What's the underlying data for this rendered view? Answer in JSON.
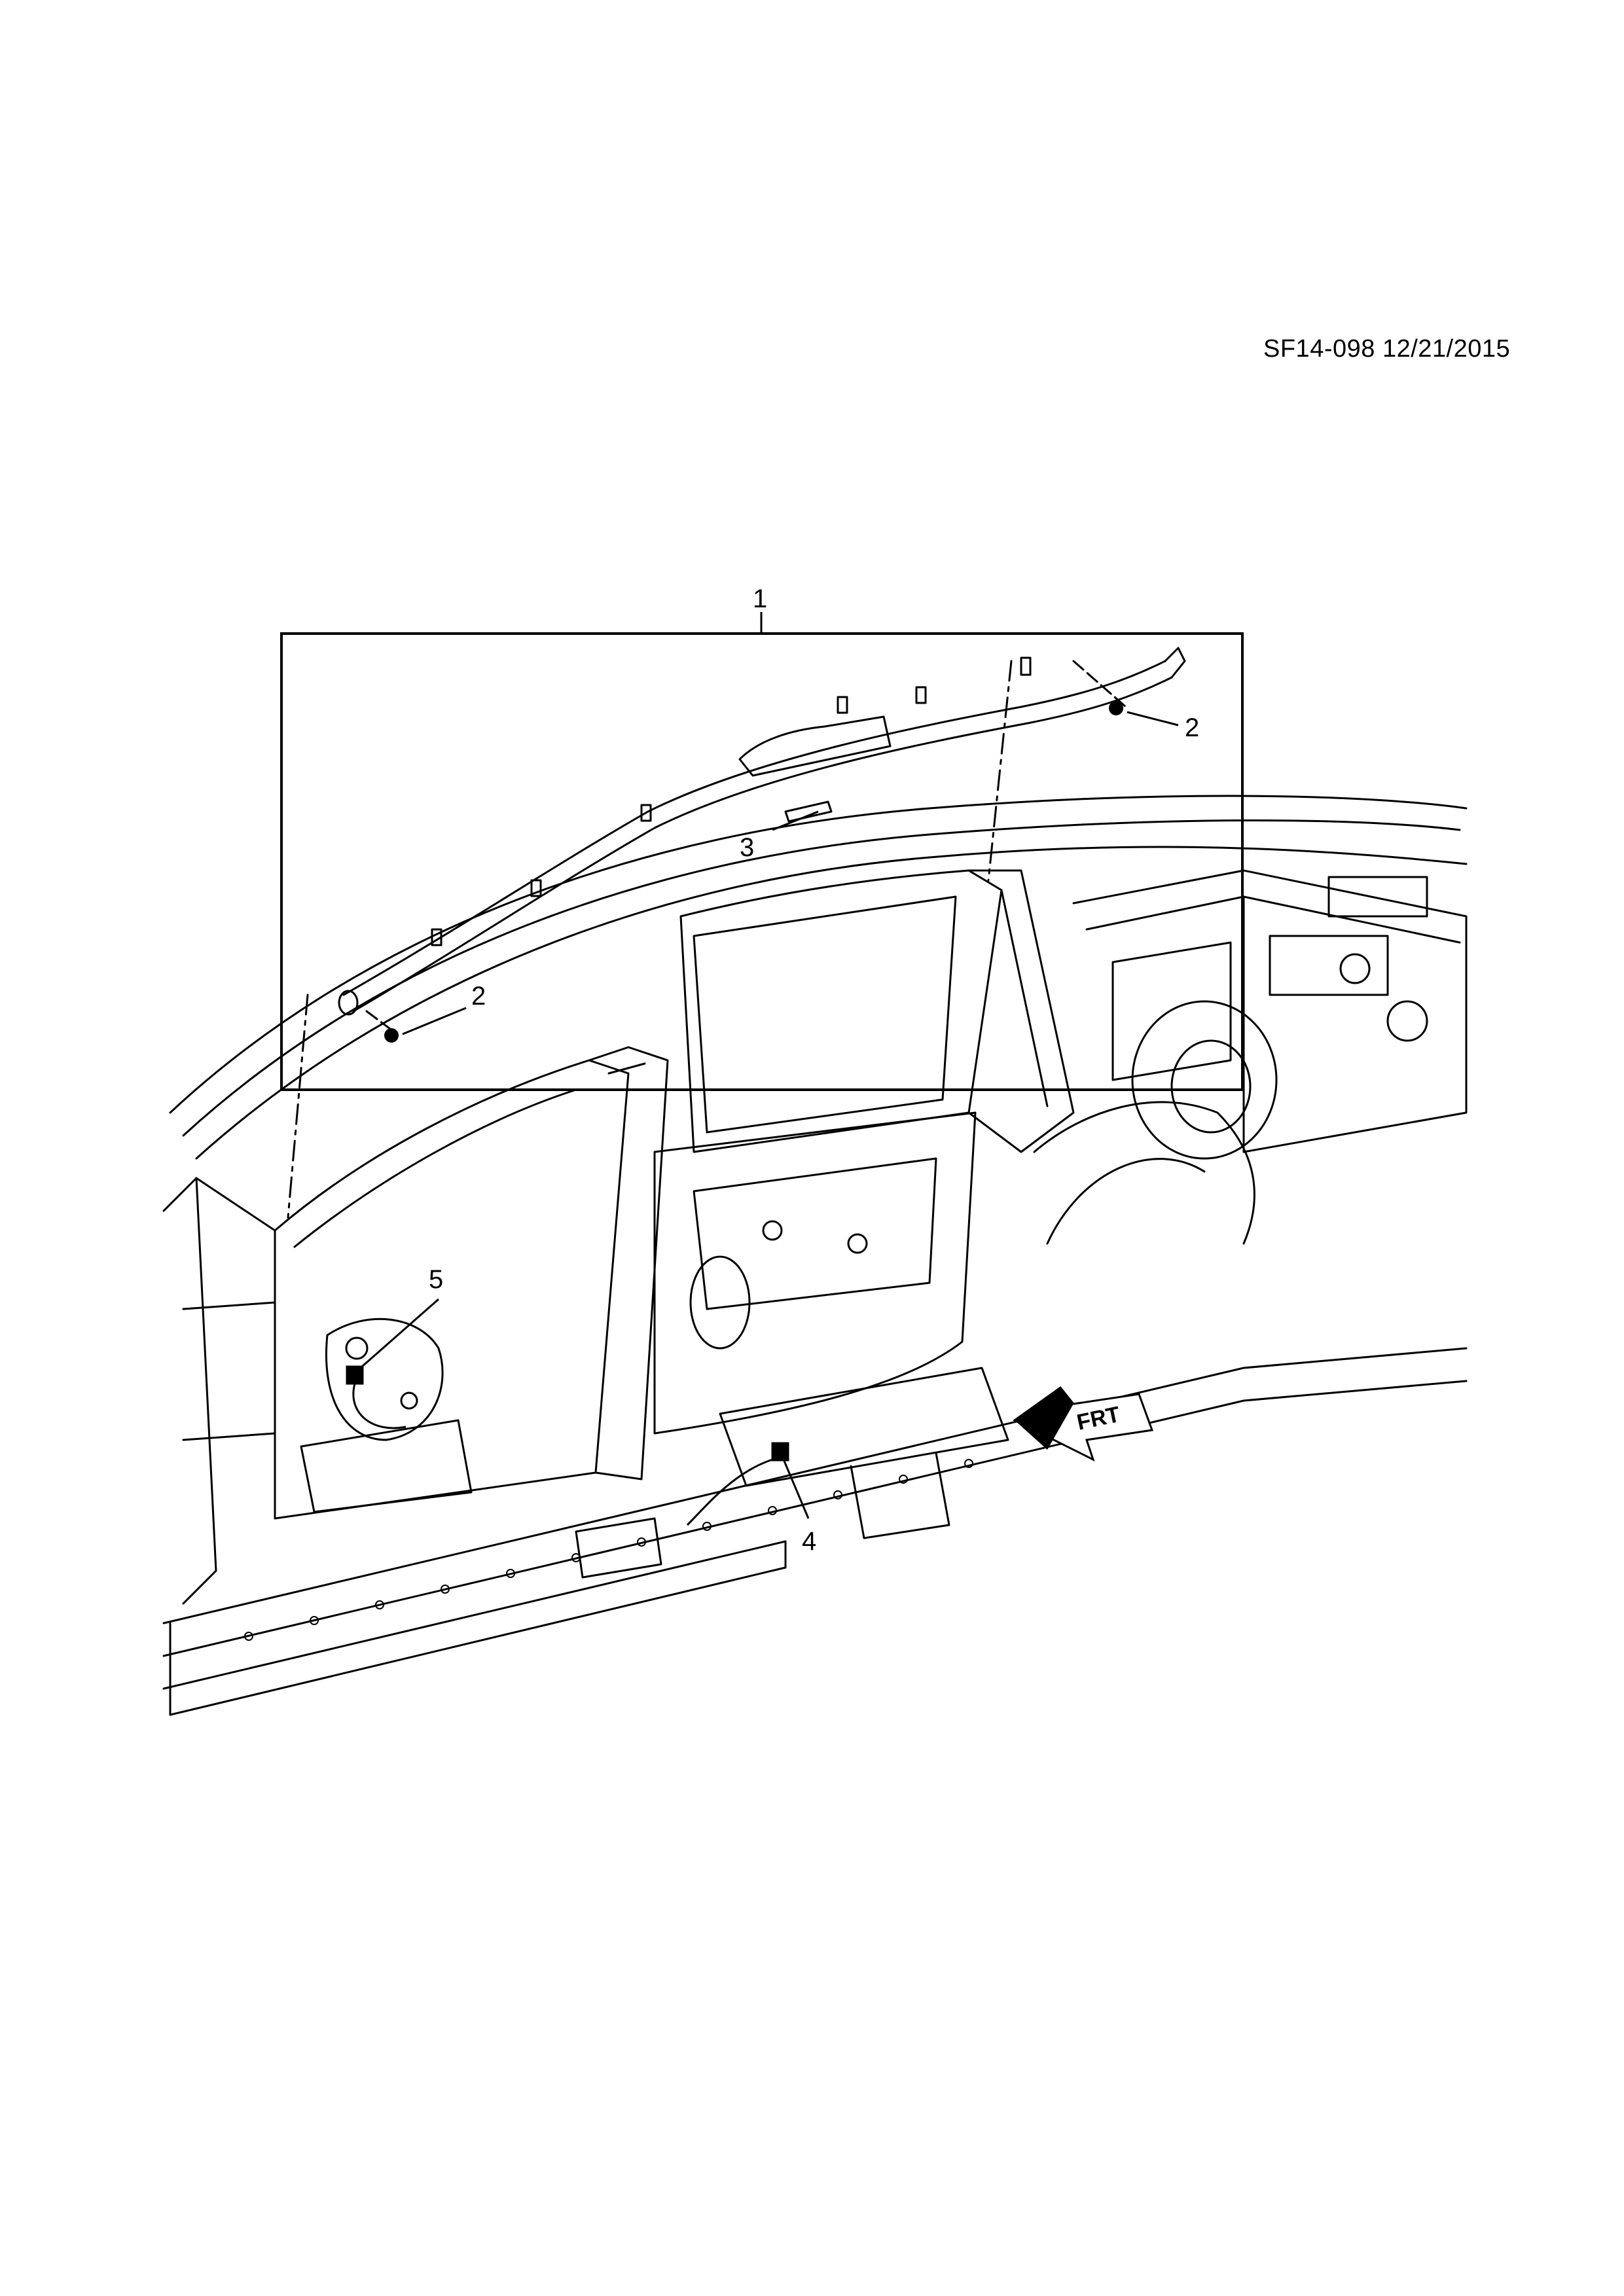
{
  "drawing_id": "SF14-098 12/21/2015",
  "callouts": [
    {
      "id": "1",
      "label": "1"
    },
    {
      "id": "2a",
      "label": "2"
    },
    {
      "id": "2b",
      "label": "2"
    },
    {
      "id": "3",
      "label": "3"
    },
    {
      "id": "4",
      "label": "4"
    },
    {
      "id": "5",
      "label": "5"
    }
  ],
  "front_indicator": "FRT",
  "colors": {
    "line": "#000000",
    "background": "#ffffff"
  }
}
